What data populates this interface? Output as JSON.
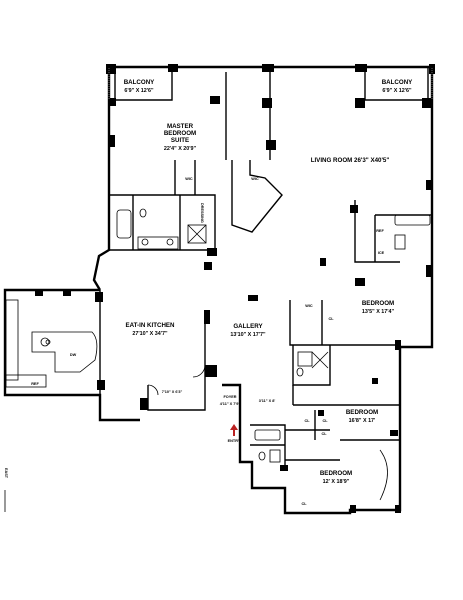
{
  "rooms": {
    "balcony_left": {
      "name": "BALCONY",
      "dims": "6'9\" X 12'6\""
    },
    "balcony_right": {
      "name": "BALCONY",
      "dims": "6'9\" X 12'6\""
    },
    "master": {
      "line1": "MASTER",
      "line2": "BEDROOM",
      "line3": "SUITE",
      "dims": "22'4\" X 20'9\""
    },
    "living": {
      "name_dims": "LIVING ROOM 26'3\"  X40'5\""
    },
    "kitchen": {
      "name": "EAT-IN KITCHEN",
      "dims": "27'10\" X 34'7\""
    },
    "gallery": {
      "name": "GALLERY",
      "dims": "13'10\" X 17'7\""
    },
    "bedroom1": {
      "name": "BEDROOM",
      "dims": "13'5\" X 17'4\""
    },
    "bedroom2": {
      "name": "BEDROOM",
      "dims": "16'8\" X 17'"
    },
    "bedroom3": {
      "name": "BEDROOM",
      "dims": "12' X 18'9\""
    },
    "foyer": {
      "name": "FOYER",
      "dims": "4'11\" X 7'9\""
    },
    "small_room": {
      "dims": "7'10\" X 6'3\""
    },
    "hall_dims": {
      "dims": "3'11\" X 8'"
    }
  },
  "labels": {
    "wic": "WIC",
    "dressing": "DRESSING",
    "ref": "REF",
    "ice": "ICE",
    "dw": "DW",
    "cl": "CL",
    "entry": "ENTRY",
    "east": "EAST"
  }
}
